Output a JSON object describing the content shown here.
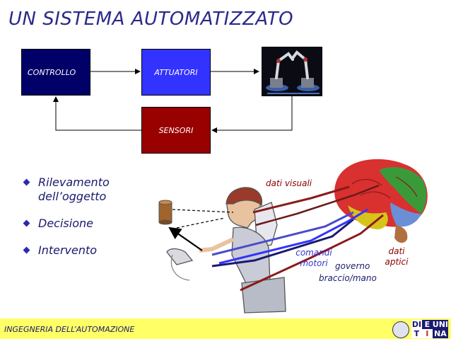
{
  "title": "UN SISTEMA AUTOMATIZZATO",
  "blocks": {
    "controllo": "CONTROLLO",
    "attuatori": "ATTUATORI",
    "sensori": "SENSORI"
  },
  "bullets": [
    "Rilevamento dell’oggetto",
    "Decisione",
    "Intervento"
  ],
  "annotations": {
    "dati_visuali": "dati visuali",
    "comandi_motori": "comandi motori",
    "governo": "governo",
    "braccio_mano": "braccio/mano",
    "dati_aptici": "dati aptici"
  },
  "footer": {
    "text": "INGEGNERIA DELL’AUTOMAZIONE",
    "logo_letters": [
      "DI",
      "E",
      "UNI",
      "T",
      "I",
      "NA"
    ]
  },
  "colors": {
    "title": "#2a2a8a",
    "controllo": "#000068",
    "attuatori": "#3333ff",
    "sensori": "#990000",
    "footer": "#ffff66",
    "label_red": "#8b0000",
    "label_blue": "#3333cc"
  }
}
